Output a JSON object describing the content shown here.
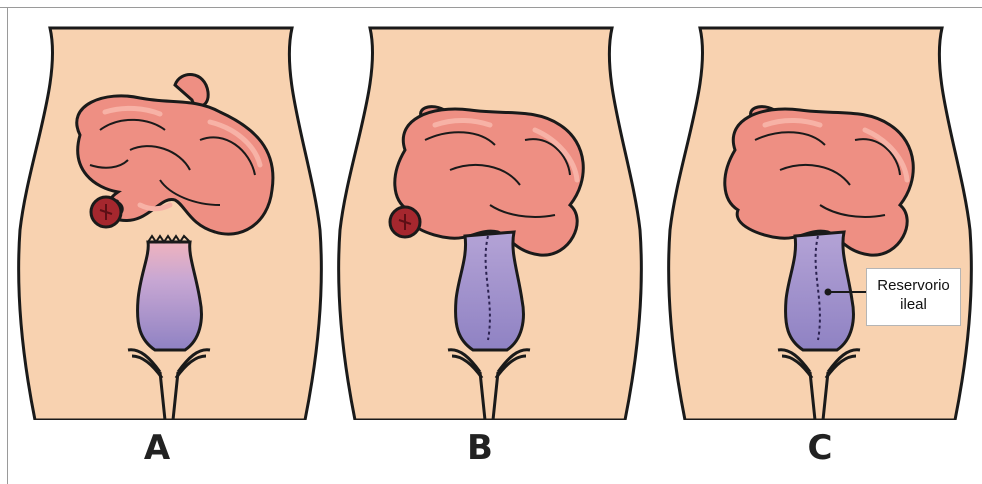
{
  "panels": [
    {
      "id": "A",
      "label": "A",
      "stoma": true,
      "pouch": false
    },
    {
      "id": "B",
      "label": "B",
      "stoma": true,
      "pouch": true
    },
    {
      "id": "C",
      "label": "C",
      "stoma": false,
      "pouch": true
    }
  ],
  "callout": {
    "line1": "Reservorio",
    "line2": "ileal"
  },
  "colors": {
    "skin": "#f8d2b0",
    "outline": "#1a1a1a",
    "intestine": "#ee8f83",
    "intestine_light": "#f7b2a6",
    "stoma": "#a5272e",
    "rectum_top": "#e9a6b6",
    "pouch": "#9f91c9"
  }
}
